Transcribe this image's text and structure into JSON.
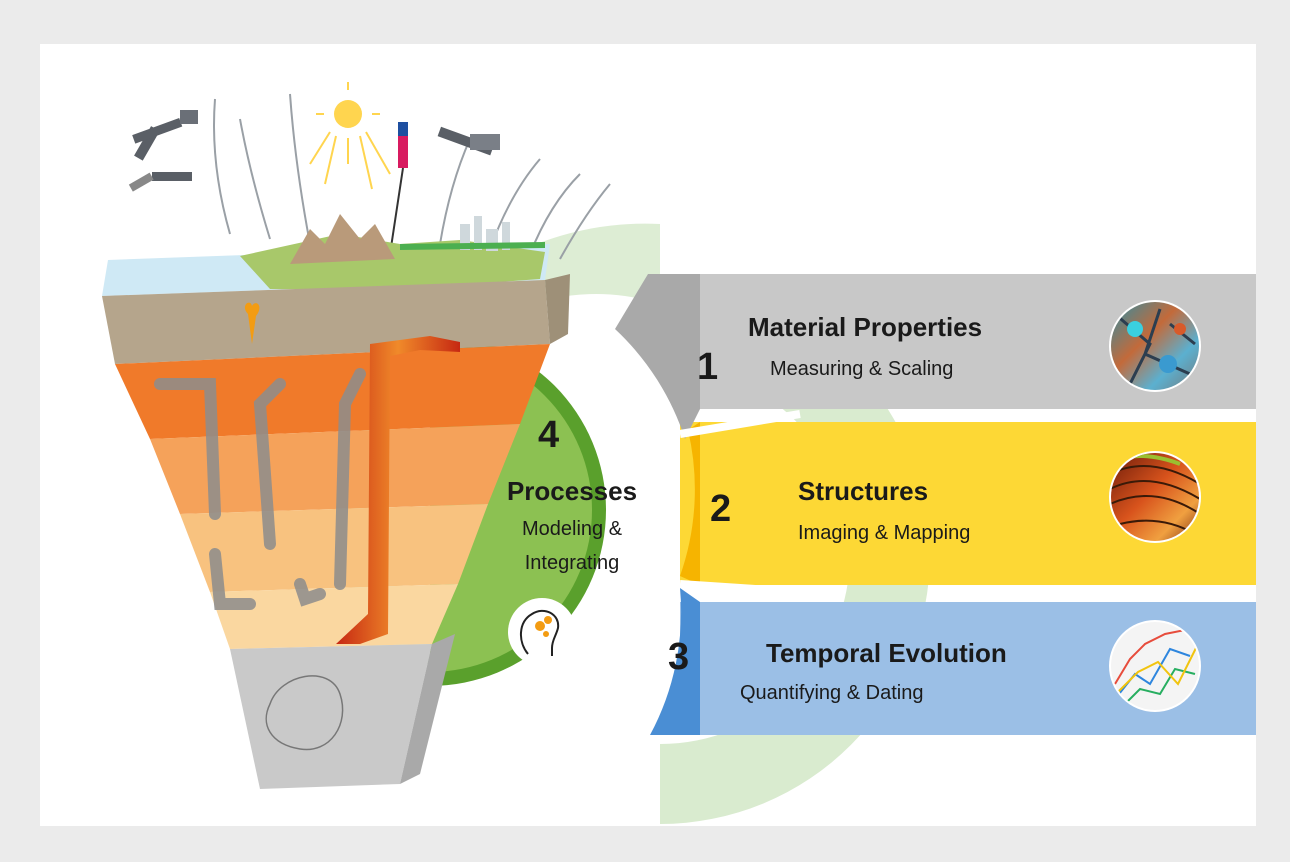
{
  "sections": [
    {
      "number": "1",
      "title": "Material Properties",
      "subtitle": "Measuring & Scaling",
      "color": "#c8c8c8",
      "arc_color": "#a9a9a9",
      "thumb_icon": "mineral-crystal-thumbnail"
    },
    {
      "number": "2",
      "title": "Structures",
      "subtitle": "Imaging & Mapping",
      "color": "#fdd835",
      "arc_color": "#f6b400",
      "thumb_icon": "seismic-structure-thumbnail"
    },
    {
      "number": "3",
      "title": "Temporal Evolution",
      "subtitle": "Quantifying & Dating",
      "color": "#9bbfe6",
      "arc_color": "#4a8ed4",
      "thumb_icon": "time-series-lines-thumbnail"
    }
  ],
  "center": {
    "number": "4",
    "title": "Processes",
    "line1": "Modeling &",
    "line2": "Integrating",
    "color": "#8cc152",
    "ring_color": "#5aa02c",
    "icon": "head-with-gears-lightbulb-icon"
  },
  "colors": {
    "page_bg": "#ebebeb",
    "card_bg": "#ffffff",
    "outer_ring": "#d9ebcf"
  },
  "illustration": {
    "icon": "earth-cross-section-illustration"
  }
}
